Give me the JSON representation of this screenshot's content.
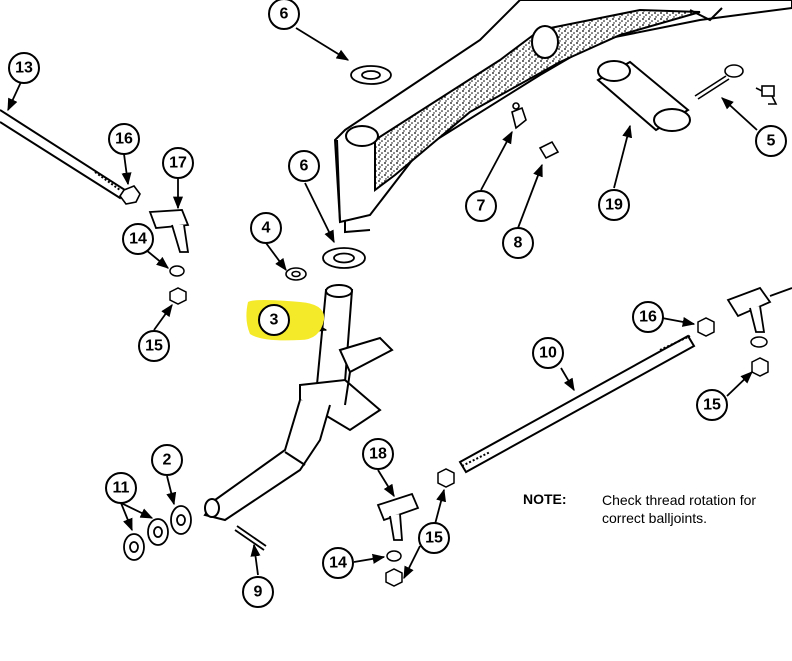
{
  "callouts": {
    "c2": "2",
    "c3": "3",
    "c4": "4",
    "c5": "5",
    "c6a": "6",
    "c6b": "6",
    "c7": "7",
    "c8": "8",
    "c9": "9",
    "c10": "10",
    "c11": "11",
    "c13": "13",
    "c14a": "14",
    "c14b": "14",
    "c15a": "15",
    "c15b": "15",
    "c15c": "15",
    "c16a": "16",
    "c16b": "16",
    "c17": "17",
    "c18": "18",
    "c19": "19"
  },
  "note": {
    "label": "NOTE:",
    "text": "Check thread rotation for correct balljoints."
  },
  "colors": {
    "highlight": "#f5ea2a",
    "ink": "#000000"
  }
}
